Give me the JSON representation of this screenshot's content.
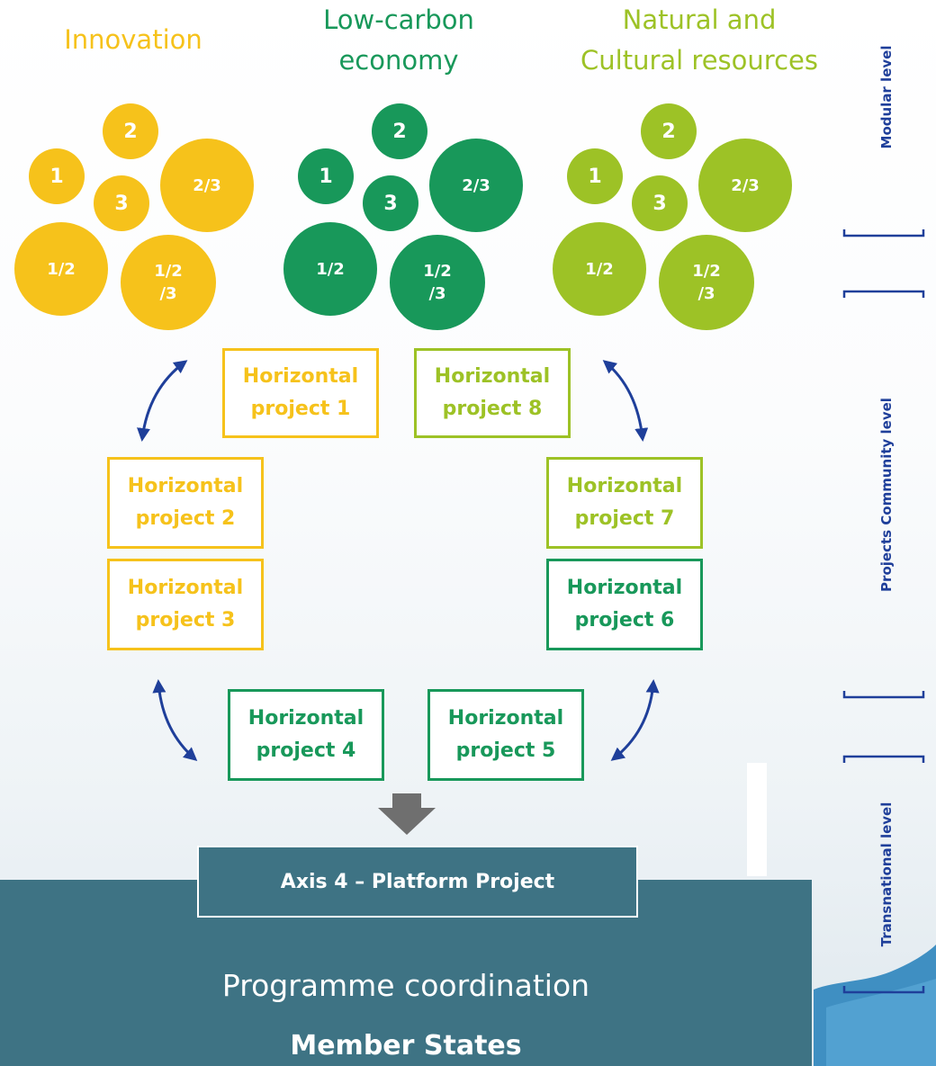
{
  "colors": {
    "innovation": "#f6c21b",
    "low_carbon": "#18985a",
    "natural": "#9dc226",
    "platform": "#3e7384",
    "arrow": "#1f3f9a"
  },
  "themes": {
    "innovation": "Innovation",
    "low_carbon": "Low-carbon\neconomy",
    "natural": "Natural and\nCultural resources"
  },
  "circle_labels": {
    "one": "1",
    "two": "2",
    "three": "3",
    "two_three": "2/3",
    "one_two": "1/2",
    "one_two_three": "1/2\n/3"
  },
  "horizontal_projects": {
    "p1": "Horizontal\nproject 1",
    "p2": "Horizontal\nproject 2",
    "p3": "Horizontal\nproject 3",
    "p4": "Horizontal\nproject 4",
    "p5": "Horizontal\nproject 5",
    "p6": "Horizontal\nproject 6",
    "p7": "Horizontal\nproject 7",
    "p8": "Horizontal\nproject 8"
  },
  "platform": {
    "axis_label": "Axis 4 – Platform Project",
    "coordination": "Programme coordination",
    "member_states": "Member States"
  },
  "levels": {
    "modular": "Modular level",
    "community": "Projects Community level",
    "transnational": "Transnational level"
  }
}
